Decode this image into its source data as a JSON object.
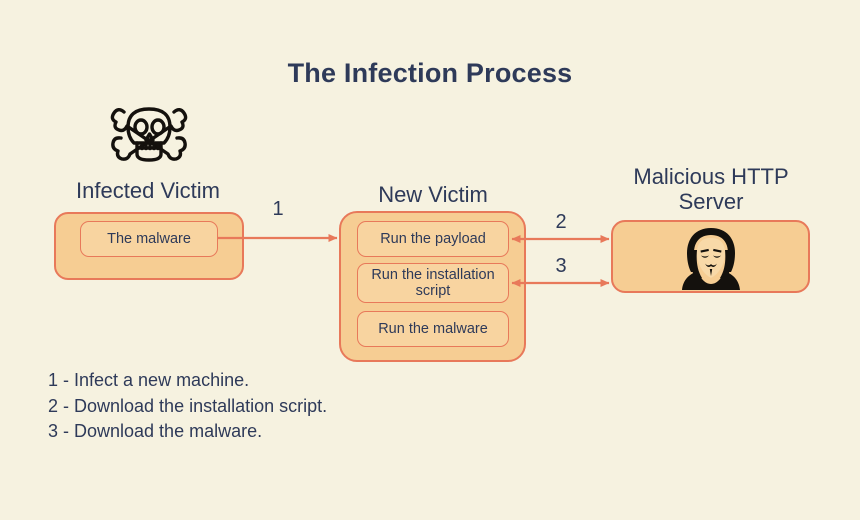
{
  "title": "The Infection Process",
  "colors": {
    "background": "#f6f2e0",
    "box_fill": "#f6cd93",
    "inner_fill": "#f8d4a0",
    "stroke": "#e8795a",
    "text": "#2e3a59",
    "icon": "#14110d"
  },
  "nodes": {
    "infected_victim": {
      "label": "Infected Victim",
      "icon": "skull-and-crossbones-icon",
      "items": [
        {
          "label": "The malware"
        }
      ]
    },
    "new_victim": {
      "label": "New Victim",
      "items": [
        {
          "label": "Run the payload"
        },
        {
          "label": "Run the installation script"
        },
        {
          "label": "Run the malware"
        }
      ]
    },
    "malicious_server": {
      "label": "Malicious HTTP Server",
      "label_line1": "Malicious HTTP",
      "label_line2": "Server",
      "icon": "anonymous-hacker-mask-icon"
    }
  },
  "arrows": [
    {
      "id": "1",
      "number": "1",
      "from": "infected_victim",
      "to": "new_victim",
      "direction": "right"
    },
    {
      "id": "2",
      "number": "2",
      "from": "new_victim",
      "to": "malicious_server",
      "direction": "both"
    },
    {
      "id": "3",
      "number": "3",
      "from": "new_victim",
      "to": "malicious_server",
      "direction": "both"
    }
  ],
  "legend": {
    "lines": [
      "1 - Infect a new machine.",
      "2 - Download the installation script.",
      "3 - Download the malware."
    ]
  }
}
